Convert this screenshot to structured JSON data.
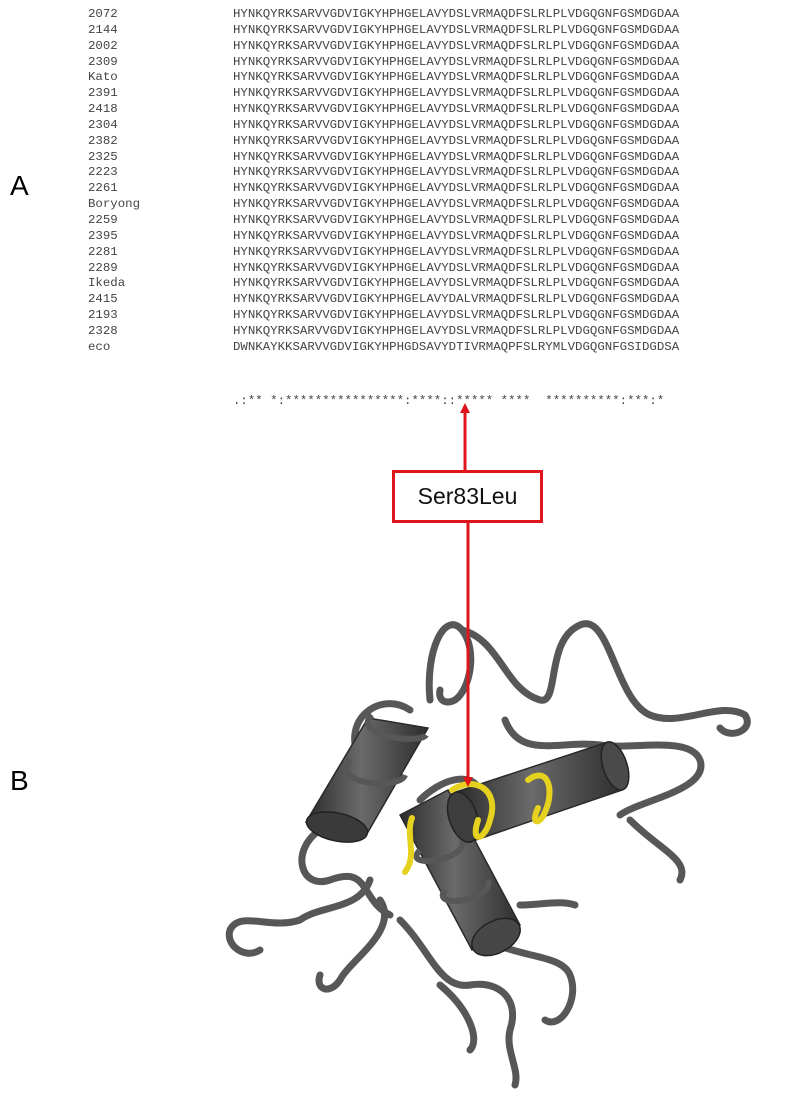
{
  "panels": {
    "a_label": "A",
    "b_label": "B"
  },
  "alignment": {
    "rows": [
      {
        "name": "2072",
        "seq": "HYNKQYRKSARVVGDVIGKYHPHGELAVYDSLVRMAQDFSLRLPLVDGQGNFGSMDGDAA"
      },
      {
        "name": "2144",
        "seq": "HYNKQYRKSARVVGDVIGKYHPHGELAVYDSLVRMAQDFSLRLPLVDGQGNFGSMDGDAA"
      },
      {
        "name": "2002",
        "seq": "HYNKQYRKSARVVGDVIGKYHPHGELAVYDSLVRMAQDFSLRLPLVDGQGNFGSMDGDAA"
      },
      {
        "name": "2309",
        "seq": "HYNKQYRKSARVVGDVIGKYHPHGELAVYDSLVRMAQDFSLRLPLVDGQGNFGSMDGDAA"
      },
      {
        "name": "Kato",
        "seq": "HYNKQYRKSARVVGDVIGKYHPHGELAVYDSLVRMAQDFSLRLPLVDGQGNFGSMDGDAA"
      },
      {
        "name": "2391",
        "seq": "HYNKQYRKSARVVGDVIGKYHPHGELAVYDSLVRMAQDFSLRLPLVDGQGNFGSMDGDAA"
      },
      {
        "name": "2418",
        "seq": "HYNKQYRKSARVVGDVIGKYHPHGELAVYDSLVRMAQDFSLRLPLVDGQGNFGSMDGDAA"
      },
      {
        "name": "2304",
        "seq": "HYNKQYRKSARVVGDVIGKYHPHGELAVYDSLVRMAQDFSLRLPLVDGQGNFGSMDGDAA"
      },
      {
        "name": "2382",
        "seq": "HYNKQYRKSARVVGDVIGKYHPHGELAVYDSLVRMAQDFSLRLPLVDGQGNFGSMDGDAA"
      },
      {
        "name": "2325",
        "seq": "HYNKQYRKSARVVGDVIGKYHPHGELAVYDSLVRMAQDFSLRLPLVDGQGNFGSMDGDAA"
      },
      {
        "name": "2223",
        "seq": "HYNKQYRKSARVVGDVIGKYHPHGELAVYDSLVRMAQDFSLRLPLVDGQGNFGSMDGDAA"
      },
      {
        "name": "2261",
        "seq": "HYNKQYRKSARVVGDVIGKYHPHGELAVYDSLVRMAQDFSLRLPLVDGQGNFGSMDGDAA"
      },
      {
        "name": "Boryong",
        "seq": "HYNKQYRKSARVVGDVIGKYHPHGELAVYDSLVRMAQDFSLRLPLVDGQGNFGSMDGDAA"
      },
      {
        "name": "2259",
        "seq": "HYNKQYRKSARVVGDVIGKYHPHGELAVYDSLVRMAQDFSLRLPLVDGQGNFGSMDGDAA"
      },
      {
        "name": "2395",
        "seq": "HYNKQYRKSARVVGDVIGKYHPHGELAVYDSLVRMAQDFSLRLPLVDGQGNFGSMDGDAA"
      },
      {
        "name": "2281",
        "seq": "HYNKQYRKSARVVGDVIGKYHPHGELAVYDSLVRMAQDFSLRLPLVDGQGNFGSMDGDAA"
      },
      {
        "name": "2289",
        "seq": "HYNKQYRKSARVVGDVIGKYHPHGELAVYDSLVRMAQDFSLRLPLVDGQGNFGSMDGDAA"
      },
      {
        "name": "Ikeda",
        "seq": "HYNKQYRKSARVVGDVIGKYHPHGELAVYDSLVRMAQDFSLRLPLVDGQGNFGSMDGDAA"
      },
      {
        "name": "2415",
        "seq": "HYNKQYRKSARVVGDVIGKYHPHGELAVYDALVRMAQDFSLRLPLVDGQGNFGSMDGDAA"
      },
      {
        "name": "2193",
        "seq": "HYNKQYRKSARVVGDVIGKYHPHGELAVYDSLVRMAQDFSLRLPLVDGQGNFGSMDGDAA"
      },
      {
        "name": "2328",
        "seq": "HYNKQYRKSARVVGDVIGKYHPHGELAVYDSLVRMAQDFSLRLPLVDGQGNFGSMDGDAA"
      },
      {
        "name": "eco",
        "seq": "DWNKAYKKSARVVGDVIGKYHPHGDSAVYDTIVRMAQPFSLRYMLVDGQGNFGSIDGDSA"
      }
    ],
    "consensus": ".:** *:****************:****::***** ****  **********:***:*"
  },
  "callout": {
    "label": "Ser83Leu"
  },
  "colors": {
    "arrow": "#e0151b",
    "helix": "#4d4d4d",
    "coil": "#555555",
    "highlight": "#e6d21e"
  }
}
